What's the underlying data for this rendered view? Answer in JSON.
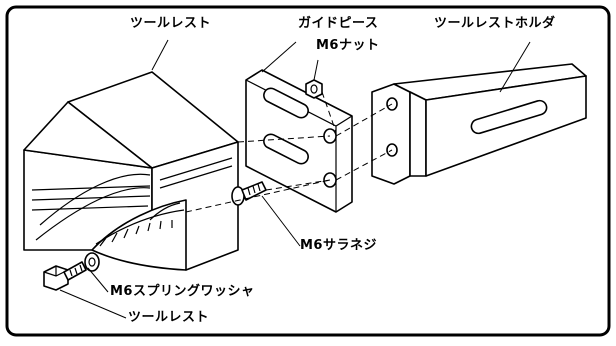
{
  "labels": {
    "tool_rest_top": "ツールレスト",
    "guide_piece": "ガイドピース",
    "m6_nut": "M6ナット",
    "tool_rest_holder": "ツールレストホルダ",
    "m6_flat_screw": "M6サラネジ",
    "m6_spring_washer": "M6スプリングワッシャ",
    "tool_rest_bottom": "ツールレスト"
  }
}
